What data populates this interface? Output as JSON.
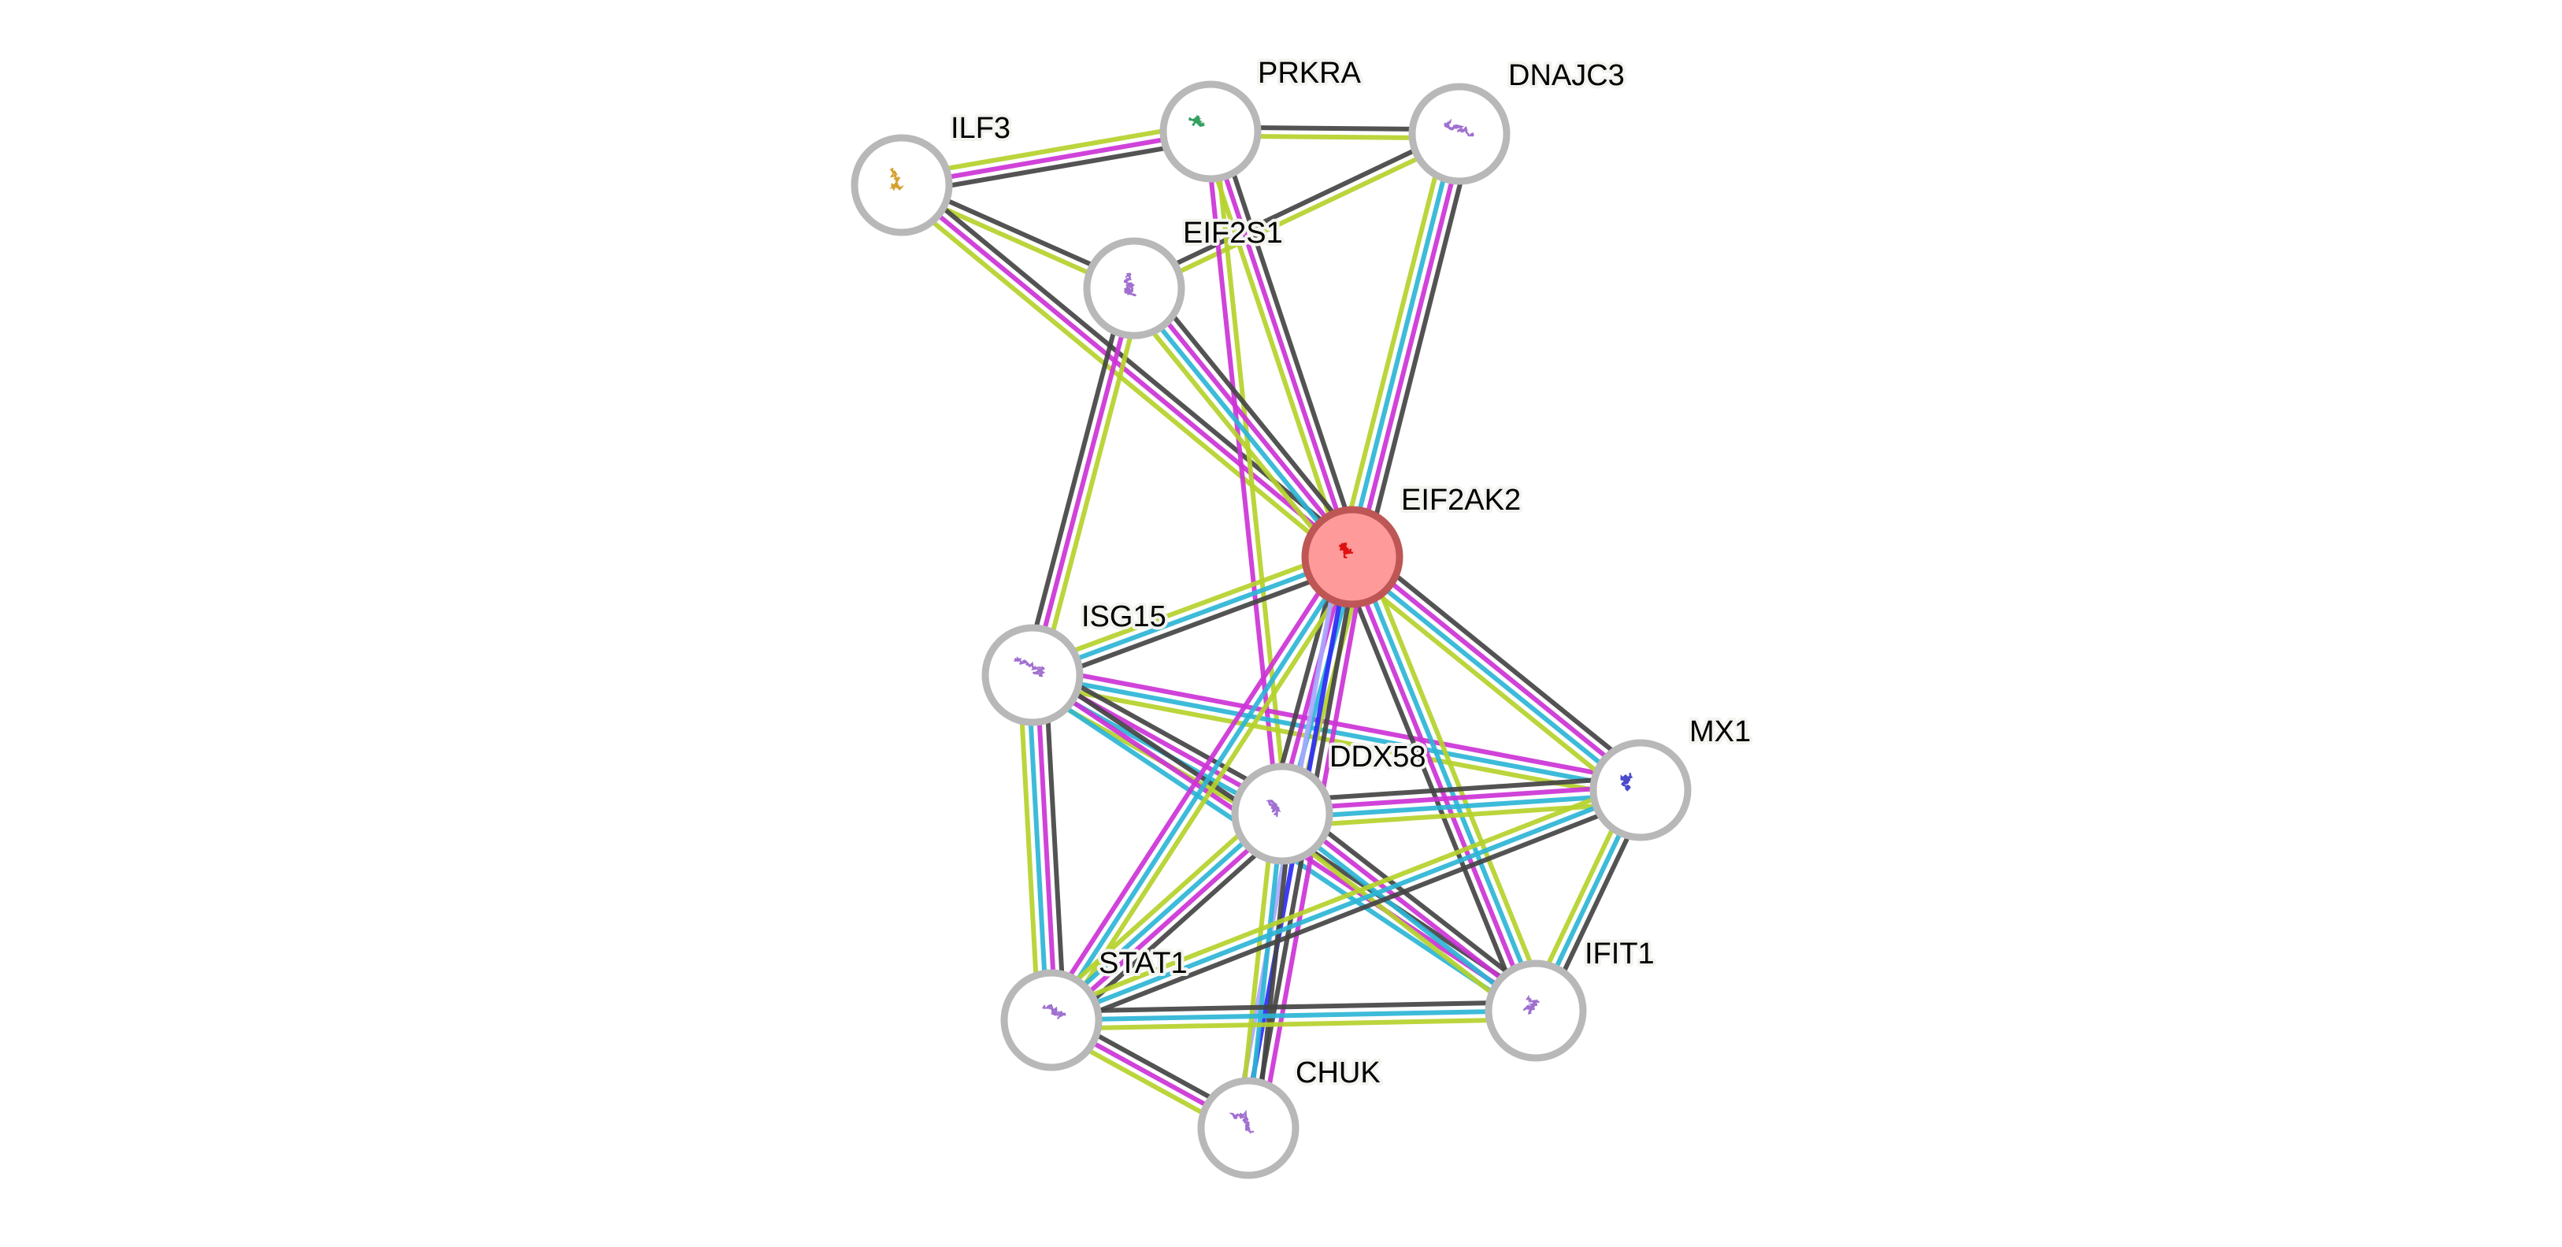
{
  "title": "STRING protein interaction network - EIF2AK2",
  "edge_colors": {
    "curated": "#2db5d6",
    "experimental": "#cc33d6",
    "textmining": "#b5d12b",
    "coexpression": "#444444",
    "binding": "#2b2bf5",
    "activation": "#a8a8ff"
  },
  "nodes": [
    {
      "id": "EIF2AK2",
      "label": "EIF2AK2",
      "query": true,
      "structure_color": "#dd1111"
    },
    {
      "id": "PRKRA",
      "label": "PRKRA",
      "query": false,
      "structure_color": "#33a060"
    },
    {
      "id": "DNAJC3",
      "label": "DNAJC3",
      "query": false,
      "structure_color": "#a070d0"
    },
    {
      "id": "ILF3",
      "label": "ILF3",
      "query": false,
      "structure_color": "#d6a030"
    },
    {
      "id": "EIF2S1",
      "label": "EIF2S1",
      "query": false,
      "structure_color": "#a070d0"
    },
    {
      "id": "ISG15",
      "label": "ISG15",
      "query": false,
      "structure_color": "#a070d0"
    },
    {
      "id": "DDX58",
      "label": "DDX58",
      "query": false,
      "structure_color": "#a070d0"
    },
    {
      "id": "MX1",
      "label": "MX1",
      "query": false,
      "structure_color": "#4a4acc"
    },
    {
      "id": "IFIT1",
      "label": "IFIT1",
      "query": false,
      "structure_color": "#a070d0"
    },
    {
      "id": "STAT1",
      "label": "STAT1",
      "query": false,
      "structure_color": "#a070d0"
    },
    {
      "id": "CHUK",
      "label": "CHUK",
      "query": false,
      "structure_color": "#a070d0"
    }
  ],
  "edges": [
    {
      "a": "ILF3",
      "b": "PRKRA",
      "types": [
        "textmining",
        "experimental",
        "coexpression"
      ]
    },
    {
      "a": "PRKRA",
      "b": "DNAJC3",
      "types": [
        "coexpression",
        "textmining"
      ]
    },
    {
      "a": "ILF3",
      "b": "EIF2S1",
      "types": [
        "coexpression",
        "textmining"
      ]
    },
    {
      "a": "ILF3",
      "b": "EIF2AK2",
      "types": [
        "coexpression",
        "experimental",
        "textmining"
      ]
    },
    {
      "a": "EIF2S1",
      "b": "DNAJC3",
      "types": [
        "coexpression",
        "textmining"
      ]
    },
    {
      "a": "PRKRA",
      "b": "EIF2AK2",
      "types": [
        "coexpression",
        "experimental",
        "textmining"
      ]
    },
    {
      "a": "PRKRA",
      "b": "DDX58",
      "types": [
        "textmining",
        "experimental"
      ]
    },
    {
      "a": "DNAJC3",
      "b": "EIF2AK2",
      "types": [
        "coexpression",
        "experimental",
        "curated",
        "textmining"
      ]
    },
    {
      "a": "EIF2S1",
      "b": "EIF2AK2",
      "types": [
        "coexpression",
        "experimental",
        "curated",
        "textmining"
      ]
    },
    {
      "a": "EIF2S1",
      "b": "ISG15",
      "types": [
        "textmining",
        "experimental",
        "coexpression"
      ]
    },
    {
      "a": "ISG15",
      "b": "EIF2AK2",
      "types": [
        "textmining",
        "curated",
        "coexpression"
      ]
    },
    {
      "a": "ISG15",
      "b": "MX1",
      "types": [
        "experimental",
        "curated",
        "textmining"
      ]
    },
    {
      "a": "ISG15",
      "b": "DDX58",
      "types": [
        "coexpression",
        "experimental",
        "curated",
        "textmining"
      ]
    },
    {
      "a": "ISG15",
      "b": "IFIT1",
      "types": [
        "coexpression",
        "experimental",
        "curated"
      ]
    },
    {
      "a": "ISG15",
      "b": "STAT1",
      "types": [
        "coexpression",
        "experimental",
        "curated",
        "textmining"
      ]
    },
    {
      "a": "EIF2AK2",
      "b": "DDX58",
      "types": [
        "textmining",
        "curated",
        "experimental",
        "coexpression"
      ]
    },
    {
      "a": "EIF2AK2",
      "b": "MX1",
      "types": [
        "coexpression",
        "experimental",
        "curated",
        "textmining"
      ]
    },
    {
      "a": "EIF2AK2",
      "b": "IFIT1",
      "types": [
        "textmining",
        "curated",
        "experimental",
        "coexpression"
      ]
    },
    {
      "a": "EIF2AK2",
      "b": "STAT1",
      "types": [
        "textmining",
        "curated",
        "experimental"
      ]
    },
    {
      "a": "EIF2AK2",
      "b": "CHUK",
      "types": [
        "experimental",
        "coexpression",
        "binding",
        "activation"
      ]
    },
    {
      "a": "DDX58",
      "b": "MX1",
      "types": [
        "coexpression",
        "experimental",
        "curated",
        "textmining"
      ]
    },
    {
      "a": "DDX58",
      "b": "IFIT1",
      "types": [
        "coexpression",
        "experimental",
        "curated",
        "textmining"
      ]
    },
    {
      "a": "DDX58",
      "b": "STAT1",
      "types": [
        "coexpression",
        "experimental",
        "curated",
        "textmining"
      ]
    },
    {
      "a": "DDX58",
      "b": "CHUK",
      "types": [
        "coexpression",
        "curated",
        "textmining"
      ]
    },
    {
      "a": "MX1",
      "b": "IFIT1",
      "types": [
        "coexpression",
        "curated",
        "textmining"
      ]
    },
    {
      "a": "MX1",
      "b": "STAT1",
      "types": [
        "coexpression",
        "curated",
        "textmining"
      ]
    },
    {
      "a": "STAT1",
      "b": "IFIT1",
      "types": [
        "coexpression",
        "curated",
        "textmining"
      ]
    },
    {
      "a": "STAT1",
      "b": "CHUK",
      "types": [
        "coexpression",
        "experimental",
        "textmining"
      ]
    }
  ]
}
